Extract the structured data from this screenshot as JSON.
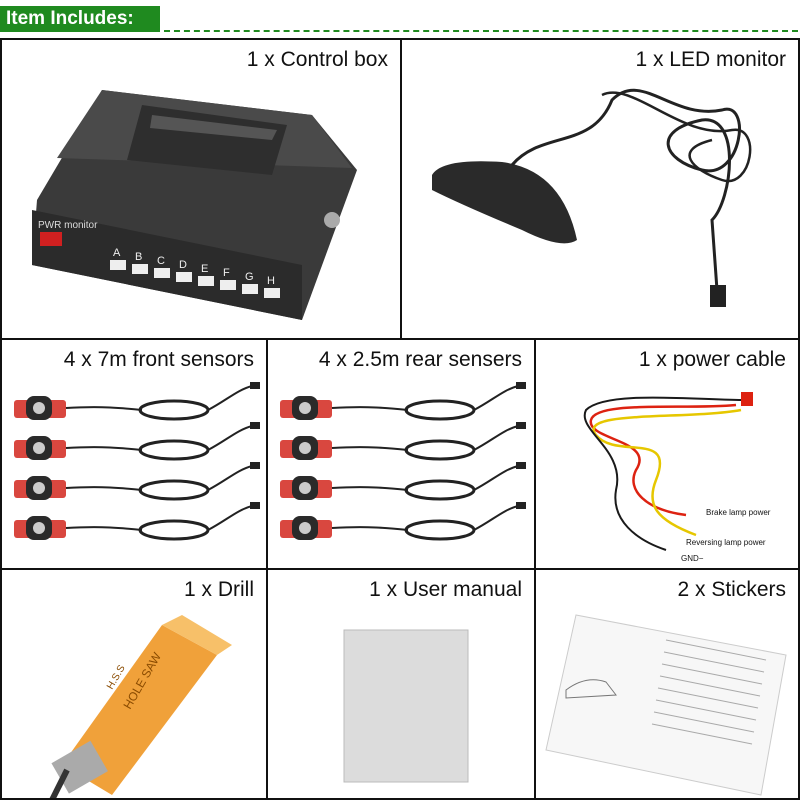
{
  "header": {
    "title": "Item Includes:"
  },
  "items": {
    "control_box": {
      "label": "1 x Control box",
      "panel_text": "PWR monitor",
      "ports": [
        "A",
        "B",
        "C",
        "D",
        "E",
        "F",
        "G",
        "H"
      ]
    },
    "led_monitor": {
      "label": "1 x LED monitor"
    },
    "front_sensors": {
      "label": "4 x 7m front sensors"
    },
    "rear_sensors": {
      "label": "4 x 2.5m rear sensers"
    },
    "power_cable": {
      "label": "1 x power cable",
      "wire_labels": [
        "Brake lamp power",
        "Reversing lamp power",
        "GND−"
      ]
    },
    "drill": {
      "label": "1 x Drill",
      "box_text": "HOLE SAW",
      "box_text2": "H.S.S"
    },
    "user_manual": {
      "label": "1 x User manual"
    },
    "stickers": {
      "label": "2 x Stickers"
    }
  },
  "colors": {
    "header_green": "#1f8a1f",
    "sensor_red": "#d9473f",
    "drill_orange": "#f0a13a"
  }
}
